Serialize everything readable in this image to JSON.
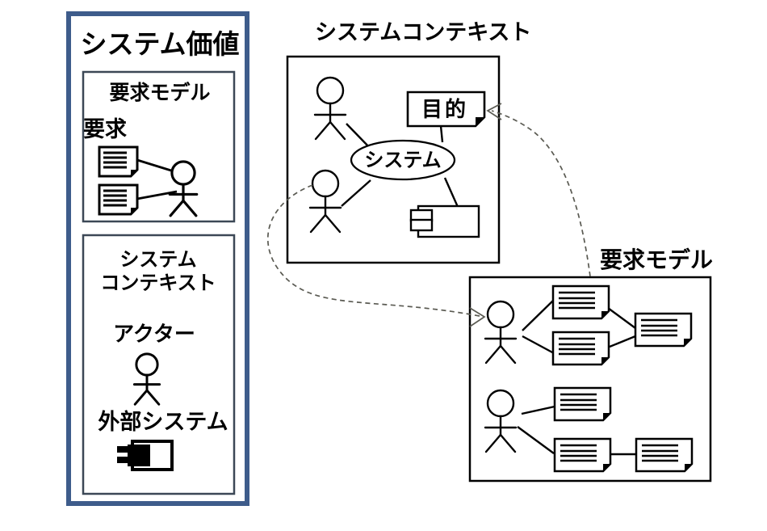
{
  "left_panel": {
    "title": "システム価値",
    "req_model_box": {
      "title": "要求モデル",
      "req_label": "要求"
    },
    "context_box": {
      "title_line1": "システム",
      "title_line2": "コンテキスト",
      "actor_label": "アクター",
      "external_system_label": "外部システム"
    }
  },
  "system_context": {
    "title": "システムコンテキスト",
    "system_label": "システム",
    "purpose_label": "目的"
  },
  "requirements_model": {
    "title": "要求モデル"
  },
  "colors": {
    "panel_border": "#3E5C8B",
    "inner_box_border": "#3C4856",
    "diagram_line": "#000000",
    "dashed_line": "#5A5A52",
    "background": "#FFFFFF"
  }
}
